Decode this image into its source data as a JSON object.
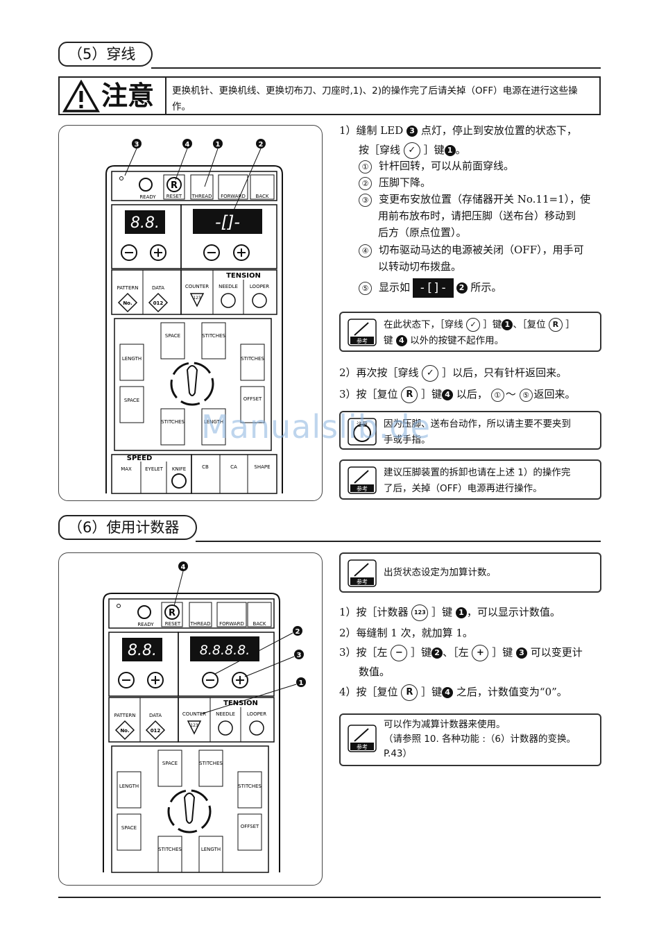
{
  "sections": {
    "s5_title": "（5）穿线",
    "s6_title": "（6）使用计数器"
  },
  "caution": {
    "label": "注意",
    "text": "更换机针、更换机线、更换切布刀、刀座时,1)、2)的操作完了后请关掉（OFF）电源在进行这些操作。"
  },
  "panel": {
    "callouts": [
      "❸",
      "❹",
      "❶",
      "❷"
    ],
    "keys_top": [
      "READY",
      "RESET",
      "THREAD",
      "FORWARD",
      "BACK"
    ],
    "display_small": "8.8.",
    "display_large_thread": "-[]-",
    "display_large_counter": "8.8.8.8.",
    "tension_label": "TENSION",
    "mid_keys": [
      "PATTERN",
      "DATA",
      "COUNTER",
      "NEEDLE",
      "LOOPER"
    ],
    "mid_icons": [
      "No.",
      "012",
      "123"
    ],
    "shape_keys": [
      "SPACE",
      "STITCHES",
      "LENGTH",
      "STITCHES",
      "SPACE",
      "OFFSET",
      "STITCHES",
      "LENGTH"
    ],
    "speed_label": "SPEED",
    "bottom_keys": [
      "MAX",
      "EYELET",
      "KNIFE",
      "CB",
      "CA",
      "SHAPE"
    ]
  },
  "s5": {
    "step1_a": "1）缝制 LED",
    "step1_b": "点灯，停止到安放位置的状态下，",
    "step1_c": "按［穿线",
    "step1_d": "］键",
    "step1_end": "。",
    "sub1": "针杆回转，可以从前面穿线。",
    "sub2": "压脚下降。",
    "sub3_a": "变更布安放位置（存储器开关 No.11=1），使",
    "sub3_b": "用前布放布时，请把压脚（送布台）移动到",
    "sub3_c": "后方（原点位置）。",
    "sub4_a": "切布驱动马达的电源被关闭（OFF），用手可",
    "sub4_b": "以转动切布拨盘。",
    "sub5_a": "显示如",
    "sub5_b": "所示。",
    "sub_nums": [
      "①",
      "②",
      "③",
      "④",
      "⑤"
    ],
    "note1_a": "在此状态下，［穿线",
    "note1_b": "］键",
    "note1_c": "、［复位",
    "note1_d": "］",
    "note1_e": "键",
    "note1_f": "以外的按键不起作用。",
    "note_label": "参考",
    "step2_a": "2）再次按［穿线",
    "step2_b": "］以后，只有针杆返回来。",
    "step3_a": "3）按［复位",
    "step3_b": "］键",
    "step3_c": "以后，",
    "step3_d": "～",
    "step3_e": "返回来。",
    "caution2_label": "注意",
    "caution2_a": "因为压脚、送布台动作，所以请主要不要夹到",
    "caution2_b": "手或手指。",
    "note2_a": "建议压脚装置的拆卸也请在上述 1）的操作完",
    "note2_b": "了后，关掉（OFF）电源再进行操作。"
  },
  "s6": {
    "note1": "出货状态设定为加算计数。",
    "step1_a": "1）按［计数器",
    "step1_b": "］键",
    "step1_c": "，可以显示计数值。",
    "step2": "2）每缝制 1 次，就加算 1。",
    "step3_a": "3）按［左",
    "step3_b": "］键",
    "step3_c": "、［左",
    "step3_d": "］键",
    "step3_e": "可以变更计",
    "step3_f": "数值。",
    "step4_a": "4）按［复位",
    "step4_b": "］键",
    "step4_c": "之后，计数值变为“0”。",
    "note2_a": "可以作为减算计数器来使用。",
    "note2_b": "（请参照 10. 各种功能 :（6）计数器的变换。",
    "note2_c": "P.43）"
  },
  "watermark": "Manualslib.de",
  "marks": {
    "k1": "1",
    "k2": "2",
    "k3": "3",
    "k4": "4",
    "R": "R",
    "minus": "−",
    "plus": "+"
  }
}
